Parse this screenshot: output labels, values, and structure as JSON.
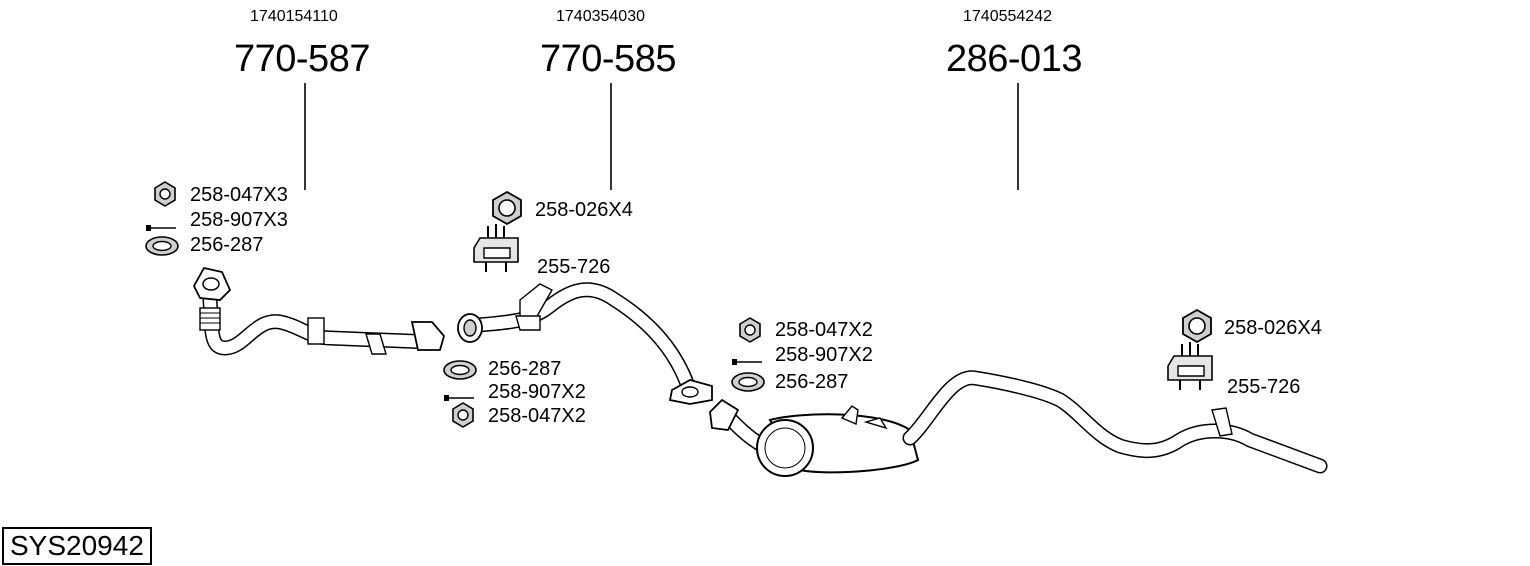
{
  "groups": [
    {
      "oe": "1740154110",
      "pn": "770-587"
    },
    {
      "oe": "1740354030",
      "pn": "770-585"
    },
    {
      "oe": "1740554242",
      "pn": "286-013"
    }
  ],
  "parts": {
    "nut_a": "258-047X3",
    "bolt_a": "258-907X3",
    "gasket_a": "256-287",
    "nut_b": "258-026X4",
    "mount_b": "255-726",
    "gasket_b": "256-287",
    "bolt_b": "258-907X2",
    "flangenut_b": "258-047X2",
    "flangenut_c": "258-047X2",
    "bolt_c": "258-907X2",
    "gasket_c": "256-287",
    "nut_d": "258-026X4",
    "mount_d": "255-726"
  },
  "system_code": "SYS20942",
  "colors": {
    "line": "#000000",
    "fill": "#ffffff",
    "shade": "#cfcfcf"
  }
}
